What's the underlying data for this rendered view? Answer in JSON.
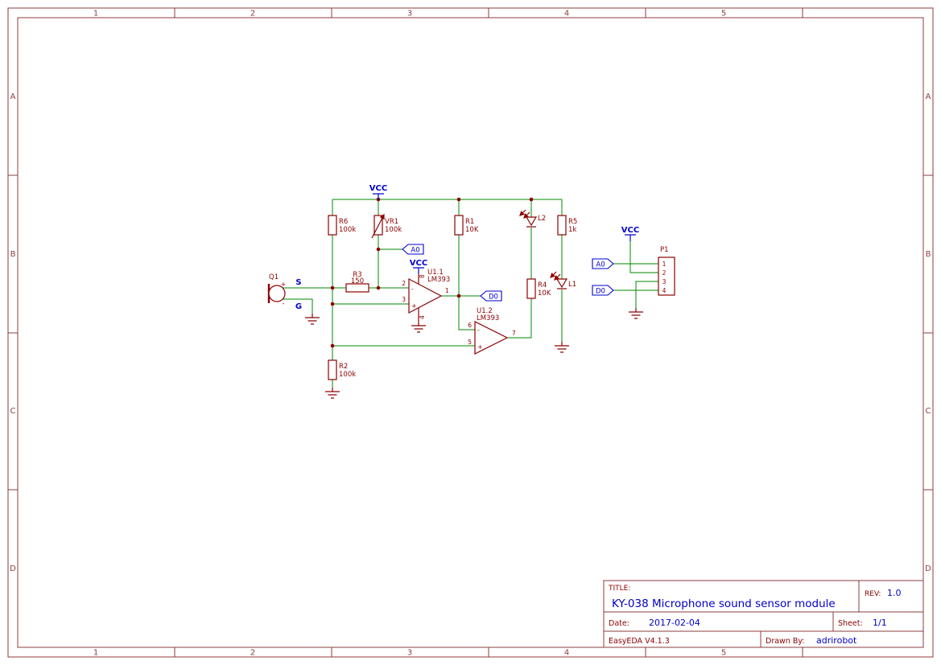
{
  "frame": {
    "cols": [
      "1",
      "2",
      "3",
      "4",
      "5"
    ],
    "rows": [
      "A",
      "B",
      "C",
      "D"
    ]
  },
  "title_block": {
    "title_label": "TITLE:",
    "title": "KY-038 Microphone sound sensor module",
    "rev_label": "REV:",
    "rev": "1.0",
    "date_label": "Date:",
    "date": "2017-02-04",
    "sheet_label": "Sheet:",
    "sheet": "1/1",
    "tool": "EasyEDA V4.1.3",
    "drawn_label": "Drawn By:",
    "author": "adrirobot"
  },
  "sch": {
    "nets": {
      "vcc": "VCC",
      "a0": "A0",
      "d0": "D0",
      "s": "S",
      "g": "G"
    },
    "marks": {
      "plus": "+",
      "minus": "-"
    },
    "components": {
      "q1": {
        "ref": "Q1"
      },
      "r1": {
        "ref": "R1",
        "value": "10K"
      },
      "r2": {
        "ref": "R2",
        "value": "100k"
      },
      "r3": {
        "ref": "R3",
        "value": "150"
      },
      "r4": {
        "ref": "R4",
        "value": "10K"
      },
      "r5": {
        "ref": "R5",
        "value": "1k"
      },
      "r6": {
        "ref": "R6",
        "value": "100k"
      },
      "vr1": {
        "ref": "VR1",
        "value": "100k"
      },
      "l1": {
        "ref": "L1"
      },
      "l2": {
        "ref": "L2"
      },
      "u1a": {
        "ref": "U1.1",
        "part": "LM393",
        "pins": {
          "inv": "2",
          "non": "3",
          "out": "1",
          "vcc": "8",
          "gnd": "4"
        }
      },
      "u1b": {
        "ref": "U1.2",
        "part": "LM393",
        "pins": {
          "inv": "6",
          "non": "5",
          "out": "7"
        }
      },
      "p1": {
        "ref": "P1",
        "pins": [
          "1",
          "2",
          "3",
          "4"
        ]
      }
    }
  }
}
